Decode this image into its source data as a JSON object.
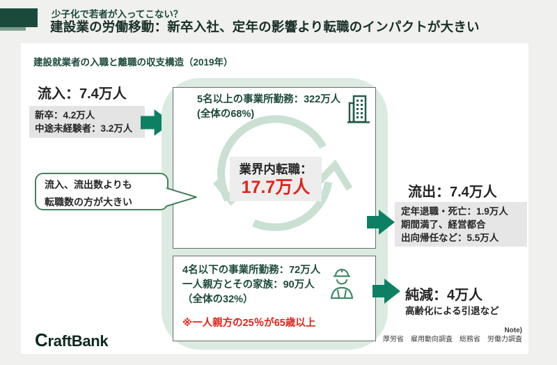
{
  "header": {
    "eyebrow": "少子化で若者が入ってこない？",
    "title": "建設業の労働移動：新卒入社、定年の影響より転職のインパクトが大きい"
  },
  "card": {
    "title": "建設就業者の入職と離職の収支構造（2019年）"
  },
  "inflow": {
    "heading": "流入：7.4万人",
    "detail_lines": [
      "新卒：4.2万人",
      "中途未経験者：3.2万人"
    ]
  },
  "callout": {
    "lines": [
      "流入、流出数よりも",
      "転職数の方が大きい"
    ]
  },
  "large_firms": {
    "line1": "5名以上の事業所勤務：322万人",
    "line2": "(全体の68%)",
    "icon": "building-icon"
  },
  "turnover": {
    "label": "業界内転職：",
    "value": "17.7万人"
  },
  "small_firms": {
    "line1": "4名以下の事業所勤務：72万人",
    "line2": "一人親方とその家族：90万人",
    "line3": "（全体の32%）",
    "note": "※一人親方の25％が65歳以上",
    "icon": "worker-icon"
  },
  "outflow": {
    "heading": "流出：7.4万人",
    "detail_lines": [
      "定年退職・死亡：1.9万人",
      "期間満了、経営都合",
      "出向帰任など：5.5万人"
    ]
  },
  "net_decrease": {
    "heading": "純減：4万人",
    "sub": "高齢化による引退など"
  },
  "footer": {
    "logo": "CraftBank",
    "note_label": "Note)",
    "sources": "厚労省　雇用動向調査　総務省　労働力調査"
  },
  "colors": {
    "accent_dark_green": "#1b4a3c",
    "arrow_teal": "#0d8064",
    "light_green": "#dcebe1",
    "cycle_stroke": "#c9e0d2",
    "highlight_red": "#e0231a",
    "gray_box": "#e4e4e4",
    "page_bg": "#f0f0ee"
  }
}
